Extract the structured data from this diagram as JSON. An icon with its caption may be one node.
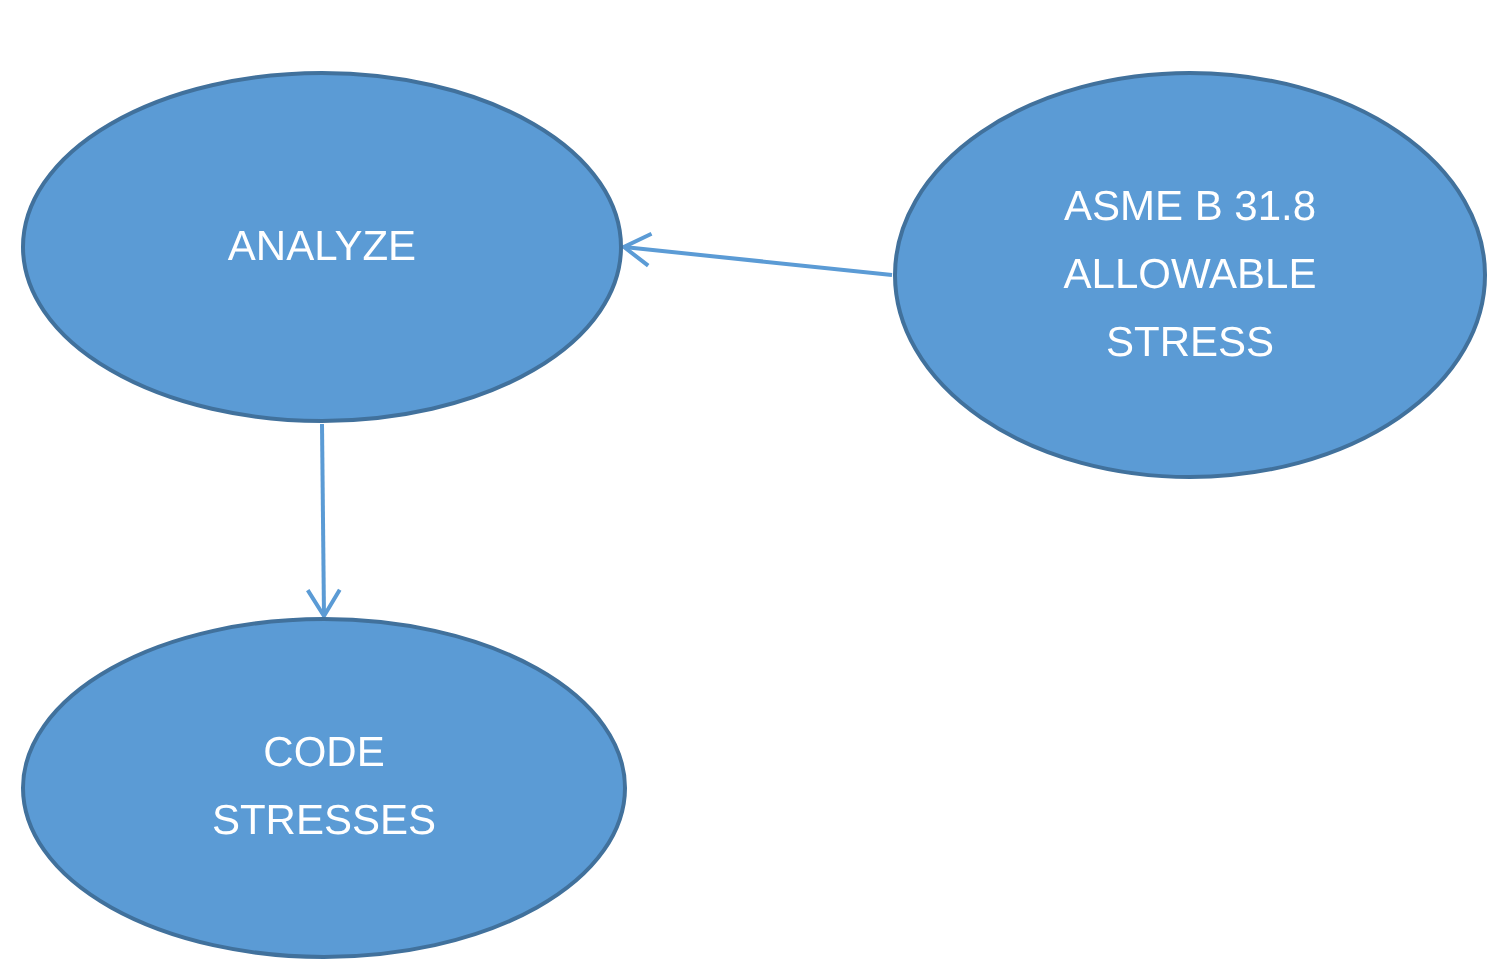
{
  "diagram": {
    "nodes": [
      {
        "text": [
          "ANALYZE"
        ]
      },
      {
        "text": [
          "ASME B 31.8 ALLOWABLE STRESS"
        ]
      },
      {
        "text": [
          "CODE STRESSES"
        ]
      }
    ],
    "edges": [
      {
        "from": 1,
        "to": 0,
        "arrow": "to"
      },
      {
        "from": 0,
        "to": 2,
        "arrow": "to"
      }
    ]
  }
}
